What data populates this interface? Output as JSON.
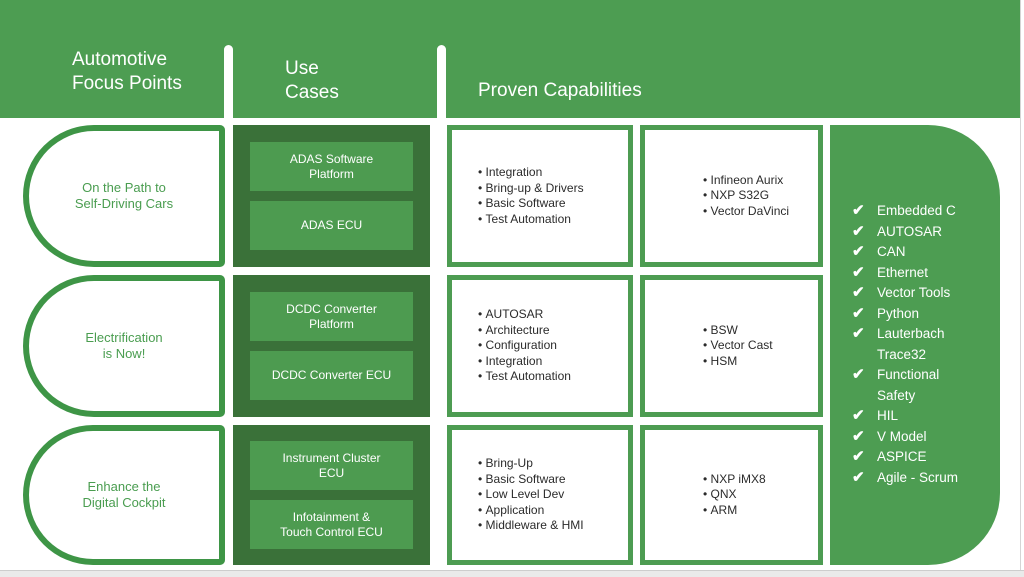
{
  "header": {
    "focus_points": "Automotive\nFocus Points",
    "use_cases": "Use\nCases",
    "proven_capabilities": "Proven Capabilities"
  },
  "rows": [
    {
      "focus": "On the Path to\nSelf-Driving Cars",
      "use_cases": [
        "ADAS Software\nPlatform",
        "ADAS ECU"
      ],
      "capabilities": [
        "Integration",
        "Bring-up & Drivers",
        "Basic Software",
        "Test Automation"
      ],
      "tools": [
        "Infineon Aurix",
        "NXP S32G",
        "Vector DaVinci"
      ]
    },
    {
      "focus": "Electrification\nis Now!",
      "use_cases": [
        "DCDC Converter\nPlatform",
        "DCDC Converter ECU"
      ],
      "capabilities": [
        "AUTOSAR",
        "Architecture",
        "Configuration",
        "Integration",
        "Test Automation"
      ],
      "tools": [
        "BSW",
        "Vector Cast",
        "HSM"
      ]
    },
    {
      "focus": "Enhance the\nDigital Cockpit",
      "use_cases": [
        "Instrument Cluster\nECU",
        "Infotainment &\nTouch Control ECU"
      ],
      "capabilities": [
        "Bring-Up",
        "Basic Software",
        "Low Level Dev",
        "Application",
        "Middleware & HMI"
      ],
      "tools": [
        "NXP iMX8",
        "QNX",
        "ARM"
      ]
    }
  ],
  "skills": [
    "Embedded C",
    "AUTOSAR",
    "CAN",
    "Ethernet",
    "Vector Tools",
    "Python",
    "Lauterbach\nTrace32",
    "Functional\nSafety",
    "HIL",
    "V Model",
    "ASPICE",
    "Agile - Scrum"
  ],
  "icons": {
    "check": "✔"
  },
  "colors": {
    "header_green": "#4d9d52",
    "dark_block_green": "#3a7139",
    "use_case_box_green": "#4d9b50",
    "outline_green": "#3e9546",
    "focus_text_green": "#4a9d50"
  }
}
